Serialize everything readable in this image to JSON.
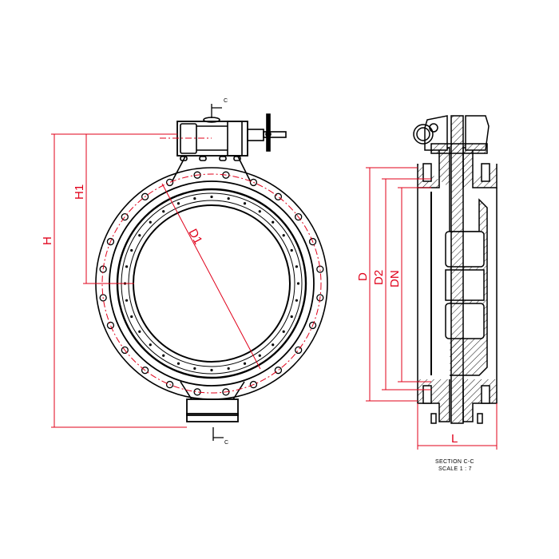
{
  "drawing": {
    "front_view": {
      "dimensions": {
        "height": "H",
        "height_to_axis": "H1",
        "bolt_circle": "D1"
      },
      "section_marker_top": "C",
      "section_marker_bottom": "C"
    },
    "section_view": {
      "dimensions": {
        "flange_outer": "D",
        "raised_face": "D2",
        "nominal": "DN",
        "length": "L"
      },
      "caption": "SECTION C-C",
      "scale": "SCALE 1 : 7"
    },
    "colors": {
      "line": "#000000",
      "dimension": "#e0001a"
    }
  }
}
